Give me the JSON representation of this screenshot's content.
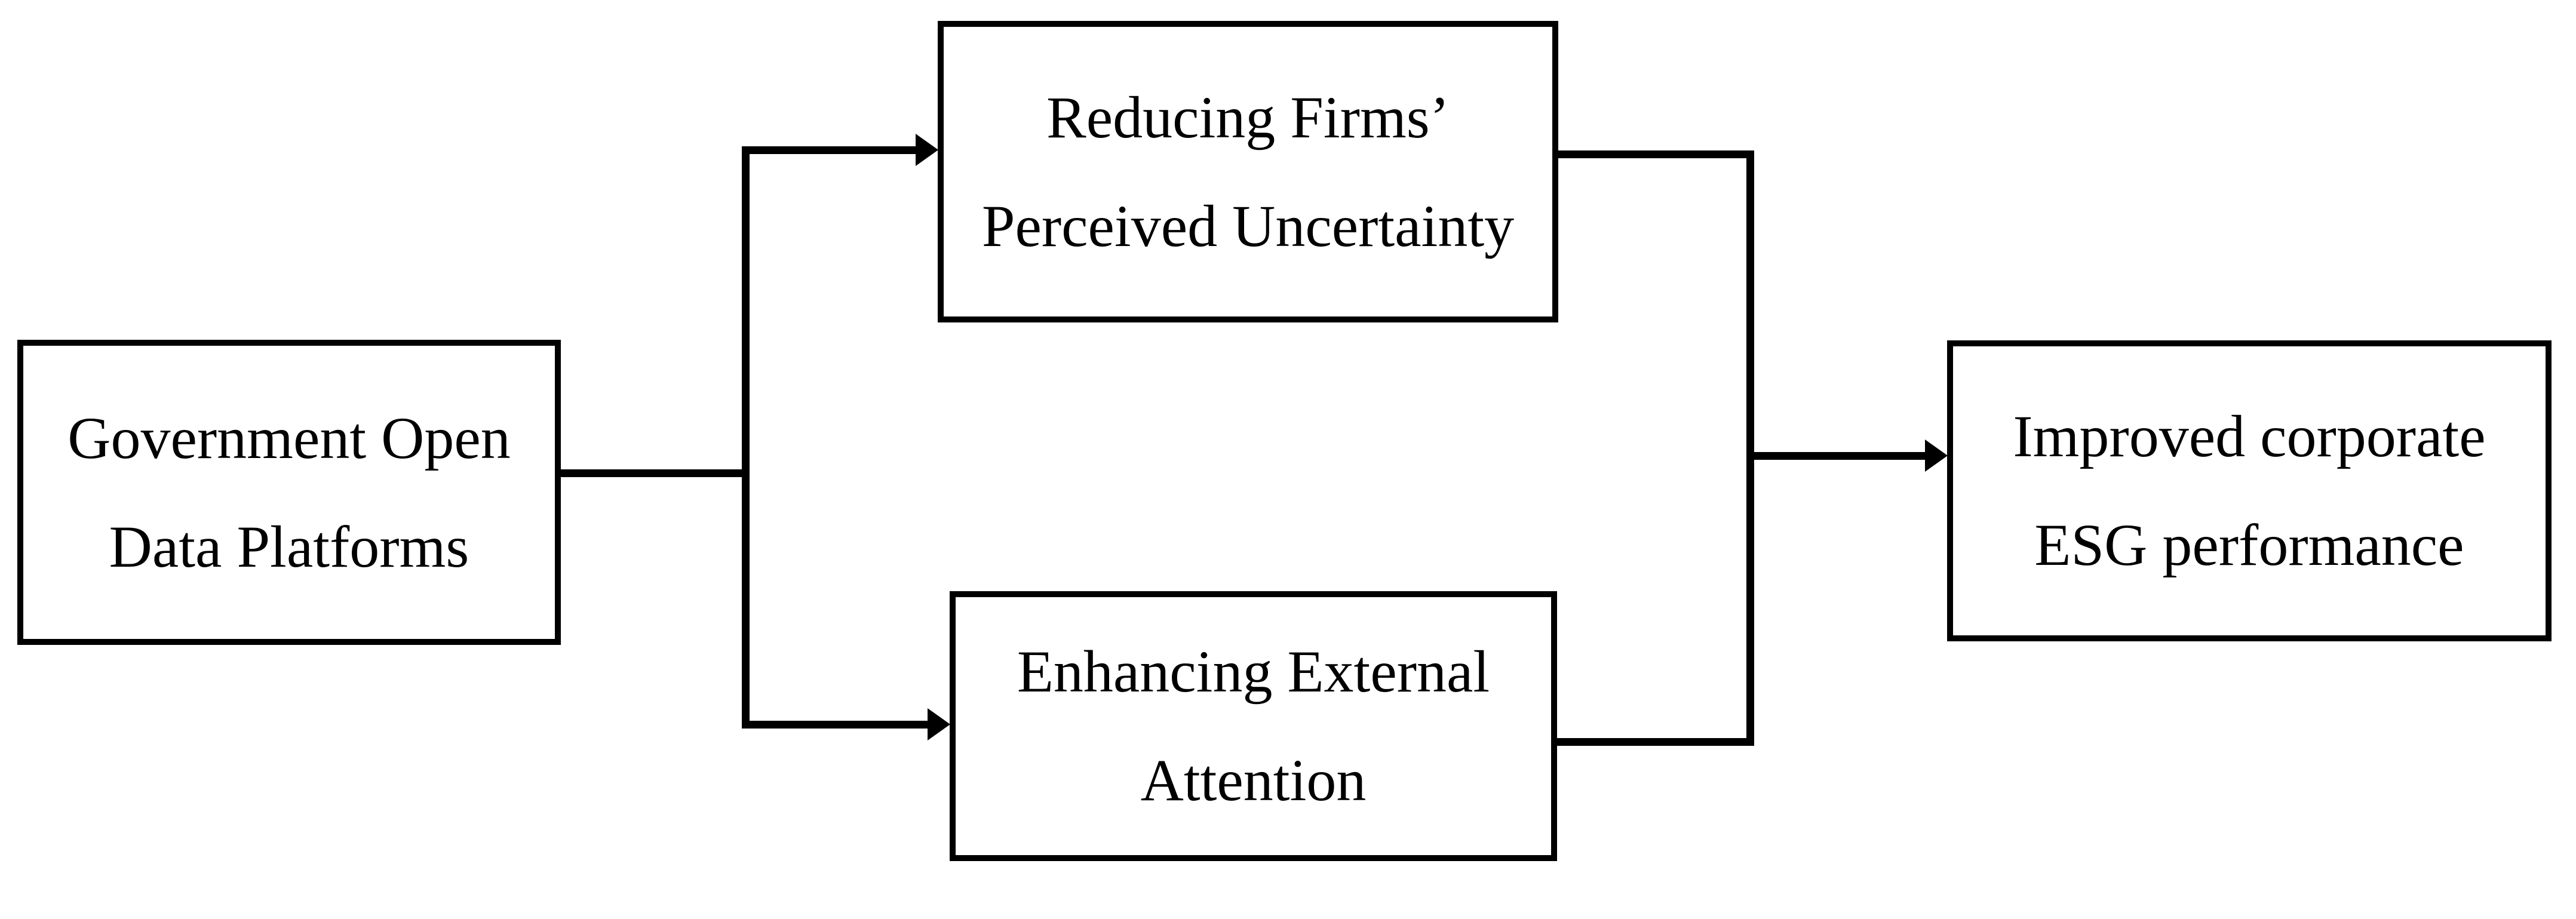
{
  "diagram": {
    "type": "flowchart",
    "background_color": "#ffffff",
    "line_color": "#000000",
    "box_border_color": "#000000",
    "box_fill_color": "#ffffff",
    "nodes": {
      "source": {
        "id": "government-open-data-platforms",
        "line1": "Government Open",
        "line2": "Data Platforms",
        "full_text": "Government Open Data Platforms"
      },
      "mediator_top": {
        "id": "reducing-firms-perceived-uncertainty",
        "line1": "Reducing Firms’",
        "line2": "Perceived Uncertainty",
        "full_text": "Reducing Firms’ Perceived Uncertainty"
      },
      "mediator_bottom": {
        "id": "enhancing-external-attention",
        "line1": "Enhancing External",
        "line2": "Attention",
        "full_text": "Enhancing External Attention"
      },
      "outcome": {
        "id": "improved-corporate-esg-performance",
        "line1": "Improved corporate",
        "line2": "ESG performance",
        "full_text": "Improved corporate ESG performance"
      }
    },
    "edges": [
      {
        "from": "government-open-data-platforms",
        "to": "reducing-firms-perceived-uncertainty",
        "arrow": true
      },
      {
        "from": "government-open-data-platforms",
        "to": "enhancing-external-attention",
        "arrow": true
      },
      {
        "from": "reducing-firms-perceived-uncertainty",
        "to": "improved-corporate-esg-performance",
        "arrow": true
      },
      {
        "from": "enhancing-external-attention",
        "to": "improved-corporate-esg-performance",
        "arrow": true
      }
    ]
  }
}
